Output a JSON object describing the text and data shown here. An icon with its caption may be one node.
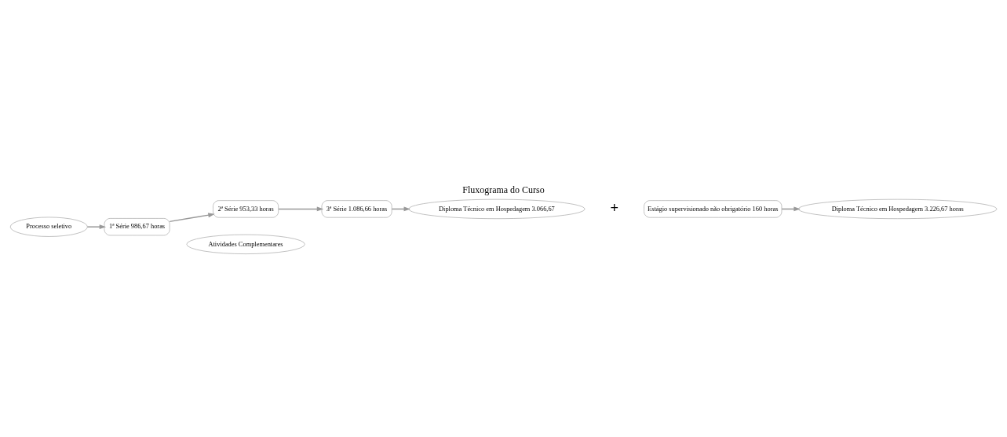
{
  "diagram": {
    "title": "Fluxograma do Curso",
    "nodes": [
      {
        "text": [
          "Processo seletivo"
        ]
      },
      {
        "text": [
          "1ª Série 986,67 horas"
        ]
      },
      {
        "text": [
          "2ª Série 953,33 horas"
        ]
      },
      {
        "text": [
          "3ª Série 1.086,66 horas"
        ]
      },
      {
        "text": [
          "Diploma Técnico em Hospedagem 3.066,67"
        ]
      },
      {
        "text": [
          "Atividades Complementares"
        ]
      },
      {
        "text": [
          "Estágio supervisionado não obrigatório 160 horas"
        ]
      },
      {
        "text": [
          "Diploma Técnico em Hospedagem 3.226,67 horas"
        ]
      }
    ],
    "edges": [
      {
        "from": 0,
        "to": 1,
        "arrow": "to"
      },
      {
        "from": 1,
        "to": 2,
        "arrow": "to"
      },
      {
        "from": 2,
        "to": 3,
        "arrow": "to"
      },
      {
        "from": 3,
        "to": 4,
        "arrow": "to"
      },
      {
        "from": 6,
        "to": 7,
        "arrow": "to"
      }
    ],
    "labels": [
      "+"
    ]
  }
}
